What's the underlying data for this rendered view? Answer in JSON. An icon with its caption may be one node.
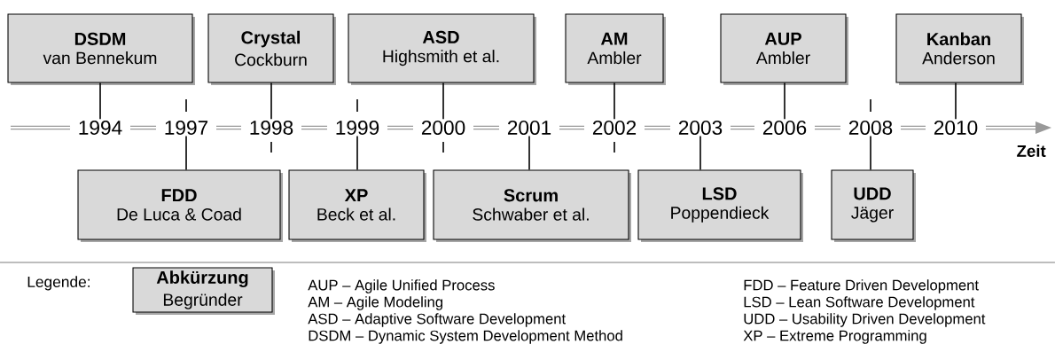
{
  "diagram": {
    "nodes": [
      {
        "text": [
          "DSDM",
          "van Bennekum"
        ]
      },
      {
        "text": [
          "Crystal",
          "Cockburn"
        ]
      },
      {
        "text": [
          "ASD",
          "Highsmith et al."
        ]
      },
      {
        "text": [
          "AM",
          "Ambler"
        ]
      },
      {
        "text": [
          "AUP",
          "Ambler"
        ]
      },
      {
        "text": [
          "Kanban",
          "Anderson"
        ]
      },
      {
        "text": [
          "1994"
        ]
      },
      {
        "text": [
          "1997"
        ]
      },
      {
        "text": [
          "1998"
        ]
      },
      {
        "text": [
          "1999"
        ]
      },
      {
        "text": [
          "2000"
        ]
      },
      {
        "text": [
          "2001"
        ]
      },
      {
        "text": [
          "2002"
        ]
      },
      {
        "text": [
          "2003"
        ]
      },
      {
        "text": [
          "2006"
        ]
      },
      {
        "text": [
          "2008"
        ]
      },
      {
        "text": [
          "2010"
        ]
      },
      {
        "text": [
          "FDD",
          "De Luca & Coad"
        ]
      },
      {
        "text": [
          "XP",
          "Beck et al."
        ]
      },
      {
        "text": [
          "Scrum",
          "Schwaber et al."
        ]
      },
      {
        "text": [
          "LSD",
          "Poppendieck"
        ]
      },
      {
        "text": [
          "UDD",
          "Jäger"
        ]
      },
      {
        "text": [
          "Abkürzung",
          "Begründer"
        ]
      }
    ],
    "edges": [
      {
        "from": 0,
        "to": 6,
        "arrow": "none"
      },
      {
        "from": 17,
        "to": 7,
        "arrow": "none"
      },
      {
        "from": 1,
        "to": 8,
        "arrow": "none"
      },
      {
        "from": 18,
        "to": 9,
        "arrow": "none"
      },
      {
        "from": 2,
        "to": 10,
        "arrow": "none"
      },
      {
        "from": 19,
        "to": 11,
        "arrow": "none"
      },
      {
        "from": 3,
        "to": 12,
        "arrow": "none"
      },
      {
        "from": 20,
        "to": 13,
        "arrow": "none"
      },
      {
        "from": 4,
        "to": 14,
        "arrow": "none"
      },
      {
        "from": 21,
        "to": 15,
        "arrow": "none"
      },
      {
        "from": 5,
        "to": 16,
        "arrow": "none"
      }
    ],
    "labels": [
      "Zeit",
      "Legende:",
      "AUP – Agile Unified Process",
      "AM – Agile Modeling",
      "ASD – Adaptive Software Development",
      "DSDM – Dynamic System Development Method",
      "FDD – Feature Driven Development",
      "LSD – Lean Software Development",
      "UDD – Usability Driven Development",
      "XP – Extreme Programming"
    ]
  }
}
